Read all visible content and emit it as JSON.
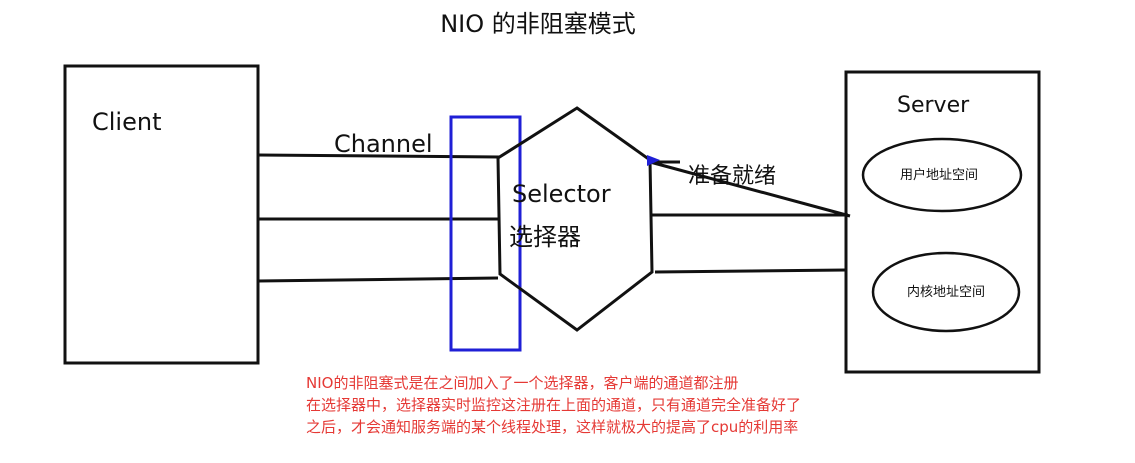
{
  "title": "NIO 的非阻塞模式",
  "client": {
    "label": "Client"
  },
  "channel": {
    "label": "Channel"
  },
  "selector": {
    "label_en": "Selector",
    "label_cn": "选择器"
  },
  "ready": {
    "label": "准备就绪"
  },
  "server": {
    "label": "Server",
    "user_space": "用户地址空间",
    "kernel_space": "内核地址空间"
  },
  "note": {
    "lines": [
      "NIO的非阻塞式是在之间加入了一个选择器，客户端的通道都注册",
      "在选择器中，选择器实时监控这注册在上面的通道，只有通道完全准备好了",
      "之后，才会通知服务端的某个线程处理，这样就极大的提高了cpu的利用率"
    ]
  },
  "colors": {
    "stroke": "#111111",
    "highlight": "#1f1fd6",
    "note": "#e53935"
  }
}
